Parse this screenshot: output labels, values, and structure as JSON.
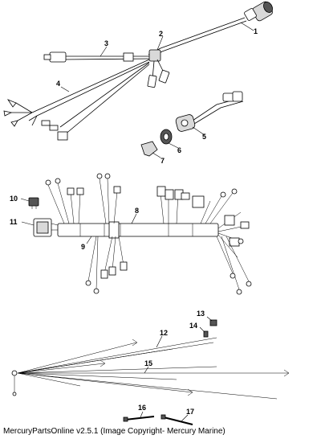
{
  "callouts": {
    "c1": "1",
    "c2": "2",
    "c3": "3",
    "c4": "4",
    "c5": "5",
    "c6": "6",
    "c7": "7",
    "c8": "8",
    "c9": "9",
    "c10": "10",
    "c11": "11",
    "c12": "12",
    "c13": "13",
    "c14": "14",
    "c15": "15",
    "c16": "16",
    "c17": "17"
  },
  "caption": "MercuryPartsOnline v2.5.1 (Image Copyright- Mercury Marine)"
}
